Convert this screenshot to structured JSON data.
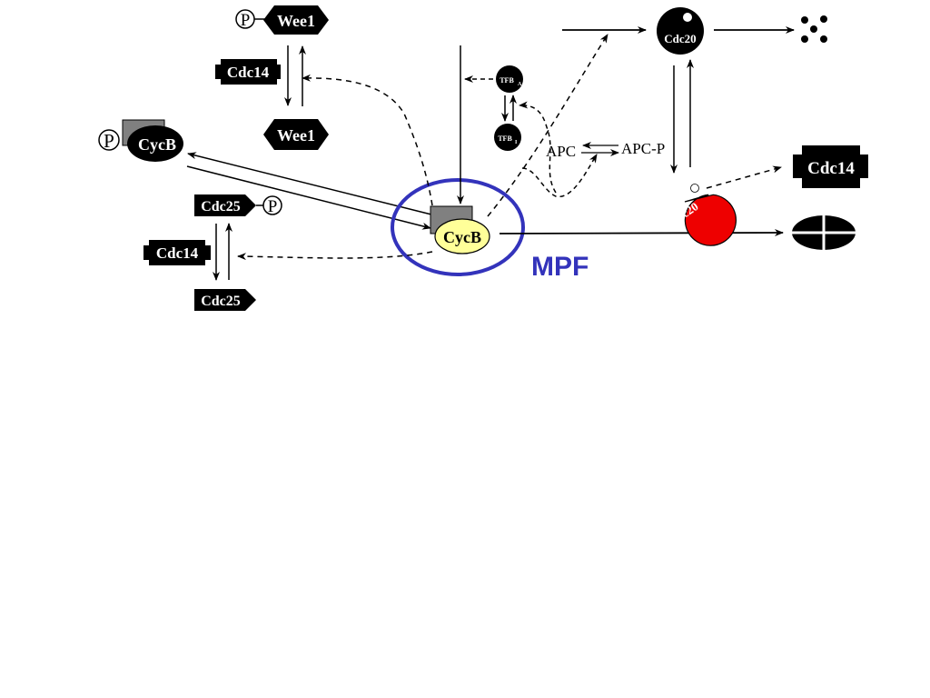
{
  "labels": {
    "wee1_p": "Wee1",
    "wee1": "Wee1",
    "phospho": "P",
    "cdc14_wee1": "Cdc14",
    "cycb_p": "CycB",
    "cdc25_p": "Cdc25",
    "cdc14_cdc25": "Cdc14",
    "cdc25": "Cdc25",
    "mpf_cycb": "CycB",
    "mpf": "MPF",
    "tfb_a": "TFB",
    "tfb_a_sub": "A",
    "tfb_i": "TFB",
    "tfb_i_sub": "I",
    "apc": "APC",
    "apc_p": "APC-P",
    "cdc20_active": "Cdc20",
    "cdc20_inactive": "Cdc20",
    "cdc14_right": "Cdc14"
  },
  "colors": {
    "ink": "#000000",
    "mpf_ring": "#3333bb",
    "cycb_fill": "#ffff99",
    "cdk_grey": "#808080",
    "cdc20_red": "#ee0000"
  }
}
